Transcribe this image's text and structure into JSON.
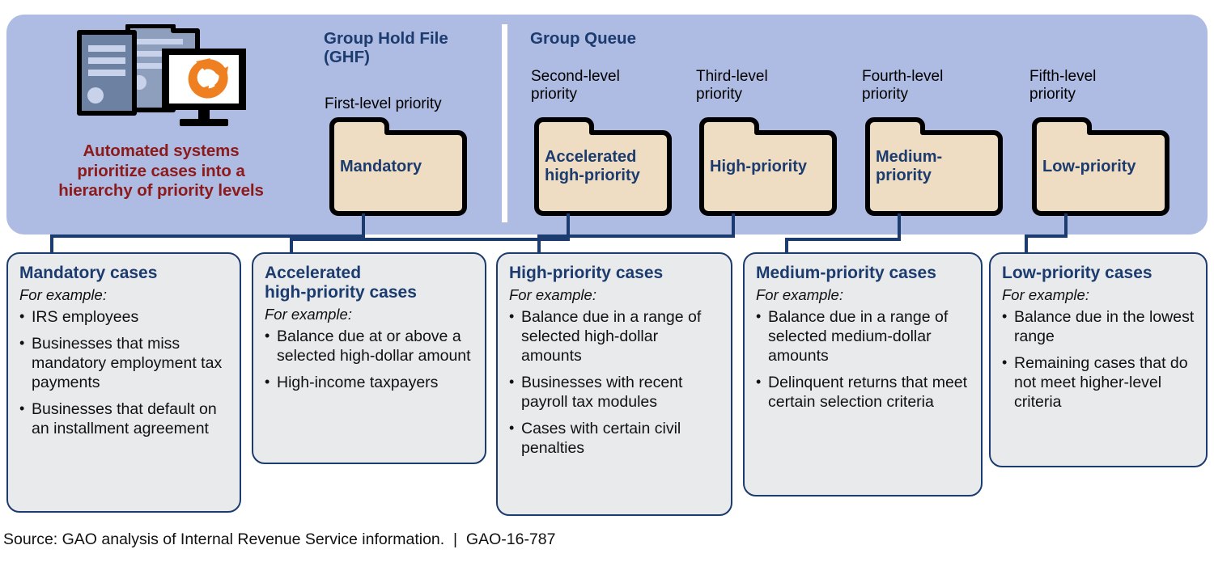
{
  "figure": {
    "colors": {
      "panel_bg": "#aebbe2",
      "folder_fill": "#eeddc2",
      "folder_outline": "#000000",
      "box_fill": "#e8eaec",
      "navy": "#1c3b6e",
      "caption_red": "#8d1a1a",
      "accent_orange": "#ef8022",
      "server_blue": "#6d82a3"
    },
    "icon": {
      "name": "automated-systems-icon",
      "caption_lines": [
        "Automated systems",
        "prioritize cases into a",
        "hierarchy of priority levels"
      ],
      "caption": "Automated systems prioritize cases into a hierarchy of priority levels"
    },
    "sections": [
      {
        "id": "ghf",
        "title_lines": [
          "Group Hold File",
          "(GHF)"
        ],
        "title": "Group Hold File (GHF)"
      },
      {
        "id": "group-queue",
        "title_lines": [
          "Group Queue"
        ],
        "title": "Group Queue"
      }
    ],
    "folders": [
      {
        "id": "mandatory",
        "level_label_lines": [
          "First-level priority"
        ],
        "level_label": "First-level priority",
        "label_lines": [
          "Mandatory"
        ],
        "label": "Mandatory"
      },
      {
        "id": "accelerated-high-priority",
        "level_label_lines": [
          "Second-level",
          "priority"
        ],
        "level_label": "Second-level priority",
        "label_lines": [
          "Accelerated",
          "high-priority"
        ],
        "label": "Accelerated high-priority"
      },
      {
        "id": "high-priority",
        "level_label_lines": [
          "Third-level",
          "priority"
        ],
        "level_label": "Third-level priority",
        "label_lines": [
          "High-priority"
        ],
        "label": "High-priority"
      },
      {
        "id": "medium-priority",
        "level_label_lines": [
          "Fourth-level",
          "priority"
        ],
        "level_label": "Fourth-level priority",
        "label_lines": [
          "Medium-",
          "priority"
        ],
        "label": "Medium-priority"
      },
      {
        "id": "low-priority",
        "level_label_lines": [
          "Fifth-level",
          "priority"
        ],
        "level_label": "Fifth-level priority",
        "label_lines": [
          "Low-priority"
        ],
        "label": "Low-priority"
      }
    ],
    "case_boxes": [
      {
        "id": "mandatory-cases",
        "title_lines": [
          "Mandatory cases"
        ],
        "title": "Mandatory cases",
        "example_label": "For example:",
        "items": [
          "IRS employees",
          "Businesses that miss mandatory employment tax payments",
          "Businesses that default on an installment agreement"
        ]
      },
      {
        "id": "accelerated-high-priority-cases",
        "title_lines": [
          "Accelerated",
          "high-priority cases"
        ],
        "title": "Accelerated high-priority cases",
        "example_label": "For example:",
        "items": [
          "Balance due at or above a selected high-dollar amount",
          "High-income taxpayers"
        ]
      },
      {
        "id": "high-priority-cases",
        "title_lines": [
          "High-priority cases"
        ],
        "title": "High-priority cases",
        "example_label": "For example:",
        "items": [
          "Balance due in a range of selected high-dollar amounts",
          "Businesses with recent payroll tax modules",
          "Cases with certain civil penalties"
        ]
      },
      {
        "id": "medium-priority-cases",
        "title_lines": [
          "Medium-priority cases"
        ],
        "title": "Medium-priority cases",
        "example_label": "For example:",
        "items": [
          "Balance due in a range of selected medium-dollar amounts",
          "Delinquent returns that meet certain selection criteria"
        ]
      },
      {
        "id": "low-priority-cases",
        "title_lines": [
          "Low-priority cases"
        ],
        "title": "Low-priority cases",
        "example_label": "For example:",
        "items": [
          "Balance due in the lowest range",
          "Remaining cases that do not meet higher-level criteria"
        ]
      }
    ],
    "source": "Source: GAO analysis of Internal Revenue Service information.  |  GAO-16-787"
  }
}
